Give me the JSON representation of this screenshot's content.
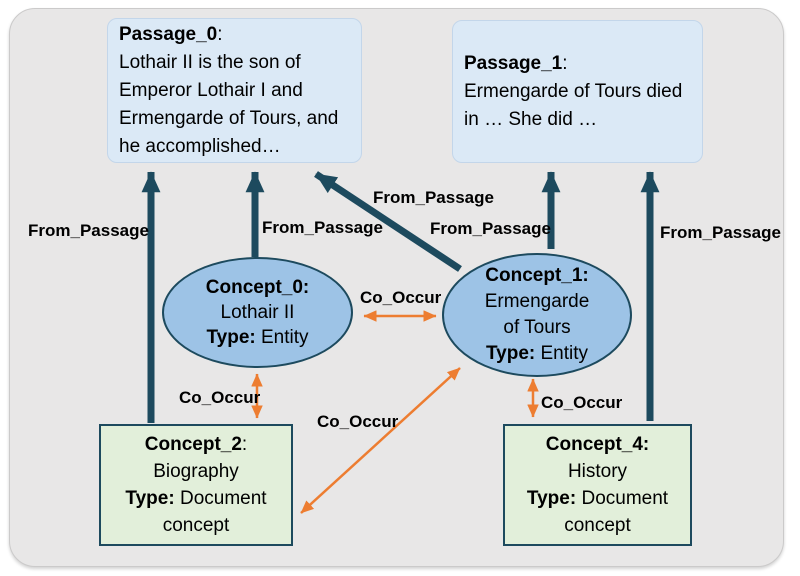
{
  "diagram": {
    "passage_0": {
      "name": "Passage_0",
      "colon": ":",
      "lines": [
        "Lothair II is the son of",
        "Emperor Lothair I and",
        "Ermengarde of Tours, and",
        "he accomplished…"
      ]
    },
    "passage_1": {
      "name": "Passage_1",
      "colon": ":",
      "lines": [
        "Ermengarde of Tours died",
        "in … She did …"
      ]
    },
    "concept_0": {
      "name": "Concept_0",
      "colon": ":",
      "entity": "Lothair II",
      "type_label": "Type:",
      "type_value": " Entity"
    },
    "concept_1": {
      "name": "Concept_1",
      "colon": ":",
      "entity_line1": "Ermengarde",
      "entity_line2": "of Tours",
      "type_label": "Type:",
      "type_value": " Entity"
    },
    "concept_2": {
      "name": "Concept_2",
      "colon": ":",
      "entity": "Biography",
      "type_label": "Type:",
      "type_value": " Document",
      "type_value_line2": "concept"
    },
    "concept_4": {
      "name": "Concept_4",
      "colon": ":",
      "entity": "History",
      "type_label": "Type:",
      "type_value": " Document",
      "type_value_line2": "concept"
    },
    "labels": {
      "from_passage": "From_Passage",
      "co_occur": "Co_Occur"
    },
    "colors": {
      "canvas_bg": "#e8e7e7",
      "passage_fill": "#dbe9f6",
      "concept_entity_fill": "#9dc3e6",
      "concept_doc_fill": "#e2efda",
      "node_border": "#1d4a5e",
      "from_passage_arrow": "#1d4a5e",
      "co_occur_arrow": "#ed7d31"
    }
  }
}
